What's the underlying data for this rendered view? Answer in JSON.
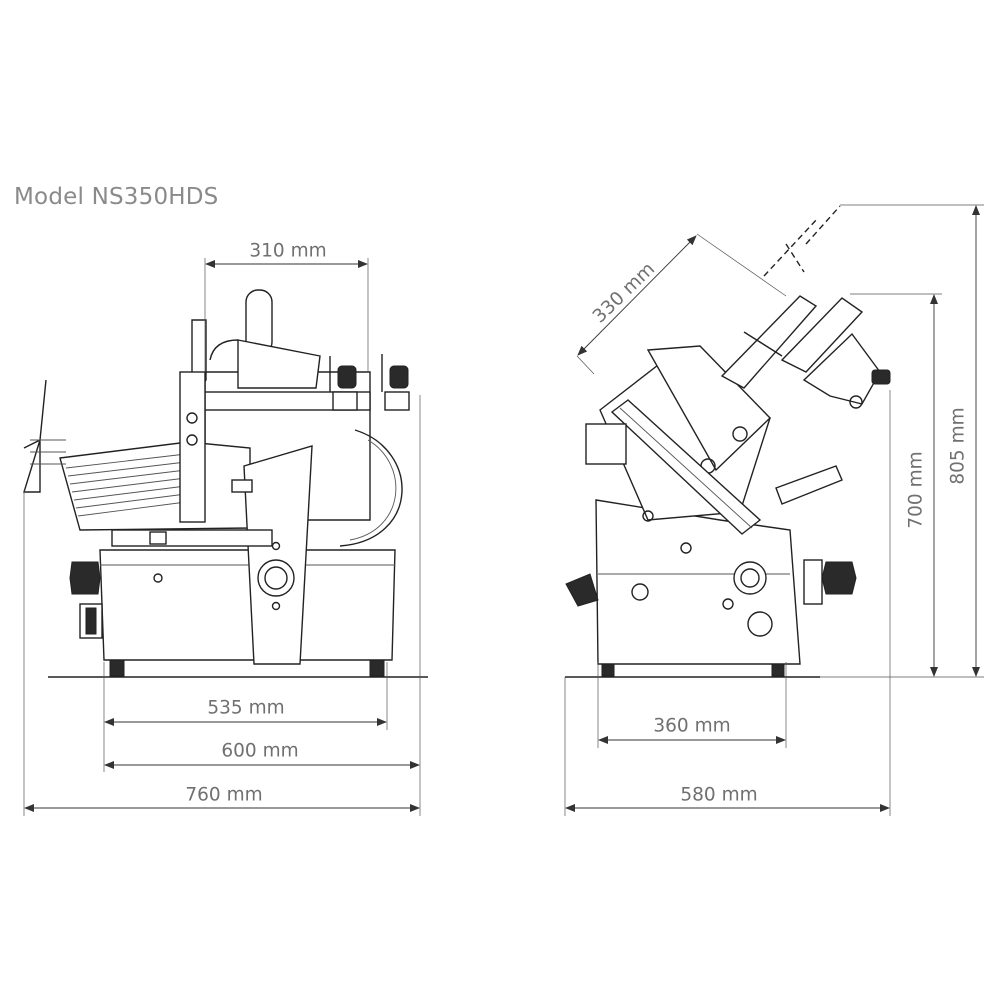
{
  "title": "Model NS350HDS",
  "front_view": {
    "dim_top": "310 mm",
    "dim_base_1": "535 mm",
    "dim_base_2": "600 mm",
    "dim_total": "760 mm"
  },
  "side_view": {
    "dim_diagonal": "330 mm",
    "dim_base": "360 mm",
    "dim_total": "580 mm",
    "dim_height_1": "700 mm",
    "dim_height_2": "805 mm"
  }
}
